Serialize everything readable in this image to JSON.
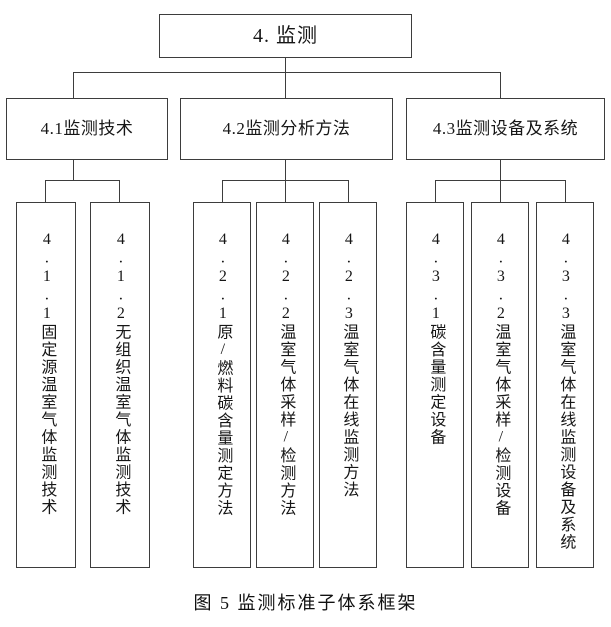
{
  "figure": {
    "caption": "图 5 监测标准子体系框架",
    "root": {
      "label": "4. 监测"
    },
    "branches": [
      {
        "label": "4.1监测技术",
        "children": [
          {
            "label": "4.1.1固定源温室气体监测技术"
          },
          {
            "label": "4.1.2无组织温室气体监测技术"
          }
        ]
      },
      {
        "label": "4.2监测分析方法",
        "children": [
          {
            "label": "4.2.1原/燃料碳含量测定方法"
          },
          {
            "label": "4.2.2温室气体采样/检测方法"
          },
          {
            "label": "4.2.3温室气体在线监测方法"
          }
        ]
      },
      {
        "label": "4.3监测设备及系统",
        "children": [
          {
            "label": "4.3.1碳含量测定设备"
          },
          {
            "label": "4.3.2温室气体采样/检测设备"
          },
          {
            "label": "4.3.3温室气体在线监测设备及系统"
          }
        ]
      }
    ],
    "colors": {
      "border": "#3d3d3d",
      "text": "#161616",
      "background": "#ffffff"
    }
  }
}
